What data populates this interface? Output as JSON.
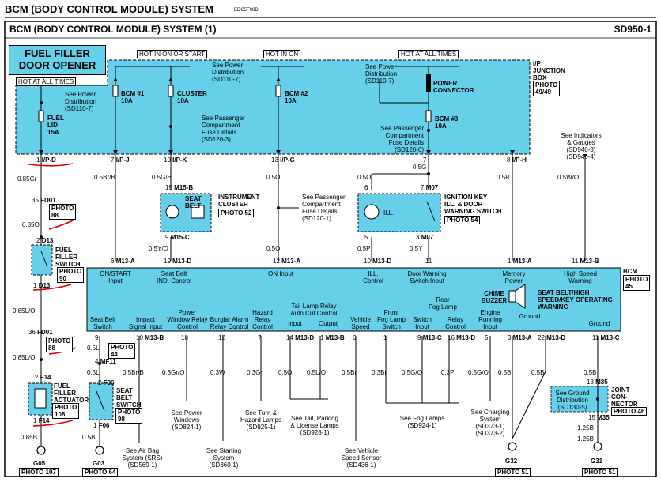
{
  "page": {
    "header_title": "BCM (BODY CONTROL MODULE) SYSTEM",
    "header_code": "EDC5F08D",
    "sheet_title": "BCM (BODY CONTROL MODULE) SYSTEM (1)",
    "sheet_id": "SD950-1",
    "function_badge": [
      "FUEL FILLER",
      "DOOR OPENER"
    ]
  },
  "colors": {
    "box_fill": "#66d0ea",
    "badge_fill": "#66d0ea",
    "red_marks": "#e00000"
  },
  "hot_labels": {
    "all_times_left": "HOT AT ALL TIMES",
    "on_or_start": "HOT IN ON OR START",
    "in_on": "HOT IN ON",
    "all_times_right": "HOT AT ALL TIMES"
  },
  "junction_box": {
    "name": [
      "I/P",
      "JUNCTION",
      "BOX"
    ],
    "photo": "PHOTO",
    "photo_no": "49/49"
  },
  "fuses": [
    {
      "name": "FUEL",
      "name2": "LID",
      "amp": "15A",
      "note": [
        "See Power",
        "Distribution",
        "(SD110-7)"
      ]
    },
    {
      "name": "BCM #1",
      "amp": "10A"
    },
    {
      "name": "CLUSTER",
      "amp": "10A",
      "note": [
        "See Power",
        "Distribution",
        "(SD110-7)"
      ],
      "note2": [
        "See Passenger",
        "Compartment",
        "Fuse Details",
        "(SD120-3)"
      ]
    },
    {
      "name": "BCM #2",
      "amp": "10A"
    },
    {
      "name": "BCM #3",
      "amp": "10A",
      "note": [
        "See Power",
        "Distribution",
        "(SD110-7)"
      ],
      "note2": [
        "See Passenger",
        "Compartment",
        "Fuse Details",
        "(SD120-6)"
      ]
    }
  ],
  "power_connector": [
    "POWER",
    "CONNECTOR"
  ],
  "ipd_pins": [
    {
      "pin": "1",
      "conn": "I/P-D"
    },
    {
      "pin": "7",
      "conn": "I/P-J"
    },
    {
      "pin": "10",
      "conn": "I/P-K"
    },
    {
      "pin": "13",
      "conn": "I/P-G"
    },
    {
      "pin": "7",
      "conn": ""
    },
    {
      "pin": "8",
      "conn": "I/P-H"
    }
  ],
  "indicators_note": [
    "See Indicators",
    "& Gauges",
    "(SD940-3)",
    "(SD940-4)"
  ],
  "wires": {
    "w1": "0.85Gr",
    "w2": "0.5Br/B",
    "w3": "0.5G/B",
    "w4": "0.5O",
    "w5": "0.5G",
    "w6": "0.5R",
    "w7": "0.5W/O",
    "w8": "0.85O",
    "w9": "0.5Y/O",
    "w10": "0.5O",
    "w11": "0.5P",
    "w12": "0.5Y",
    "w13": "0.85L/O",
    "w14": "0.85L/O",
    "w15": "0.5L",
    "w16": "0.5L",
    "w17": "0.85B",
    "w18": "0.5B",
    "w19": "0.5Br/B",
    "w20": "0.3Gr/O",
    "w21": "0.3W",
    "w22": "0.3Gr",
    "w23": "0.5O",
    "w24": "0.5L/O",
    "w25": "0.5Br",
    "w26": "0.3Br",
    "w27": "0.5G/O",
    "w28": "0.3P",
    "w29": "0.5G/O",
    "w30": "0.5B",
    "w31": "0.5B",
    "w32": "0.5B",
    "w33": "1.25B",
    "w34": "1.25B"
  },
  "fd01_top": {
    "pin": "35",
    "conn": "FD01",
    "photo": "PHOTO",
    "photo_no": "88"
  },
  "fuel_filler_switch": {
    "pin_top": "2",
    "conn": "D13",
    "name": [
      "FUEL",
      "FILLER",
      "SWITCH"
    ],
    "photo": "PHOTO",
    "photo_no": "90",
    "pin_bot": "1",
    "conn_bot": "D13"
  },
  "instrument_cluster": {
    "pin_top": "15",
    "conn_top": "M15-B",
    "belt": [
      "SEAT",
      "BELT"
    ],
    "name": [
      "INSTRUMENT",
      "CLUSTER"
    ],
    "photo": "PHOTO 52",
    "pin_bot": "9",
    "conn_bot": "M15-C"
  },
  "pass_fuse_note": [
    "See Passenger",
    "Compartment",
    "Fuse Details",
    "(SD120-1)"
  ],
  "ignition_switch": {
    "pin_a": "6",
    "pin_b": "7",
    "conn": "M07",
    "ill": "ILL.",
    "name": [
      "IGNITION KEY",
      "ILL. & DOOR",
      "WARNING SWITCH"
    ],
    "photo": "PHOTO 54",
    "pin_c": "5",
    "pin_d": "3",
    "conn_bot": "M07"
  },
  "bcm": {
    "name": "BCM",
    "photo": "PHOTO",
    "photo_no": "45",
    "top_pins": [
      {
        "pin": "6",
        "conn": "M13-A",
        "label": [
          "ON/START",
          "Input"
        ]
      },
      {
        "pin": "19",
        "conn": "M13-D",
        "label": [
          "Seat Belt",
          "IND. Control"
        ]
      },
      {
        "pin": "12",
        "conn": "M13-A",
        "label": [
          "ON Input"
        ]
      },
      {
        "pin": "10",
        "conn": "M13-D",
        "label": [
          "ILL.",
          "Control"
        ]
      },
      {
        "pin": "11",
        "conn": "",
        "label": [
          "Door Warning",
          "Switch Input"
        ]
      },
      {
        "pin": "1",
        "conn": "M13-A",
        "label": [
          "Memory",
          "Power"
        ]
      },
      {
        "pin": "11",
        "conn": "M13-B",
        "label": [
          "High Speed",
          "Warning"
        ]
      }
    ],
    "chime": [
      "CHIME",
      "BUZZER"
    ],
    "chime_label": [
      "SEAT BELT/HIGH",
      "SPEED/KEY OPERATING",
      "WARNING"
    ],
    "tail_lamp": [
      "Tail Lamp Relay",
      "Auto Cut Control"
    ],
    "rear_fog": [
      "Rear",
      "Fog Lamp"
    ],
    "ground_label": "Ground",
    "bottom_pins": [
      {
        "pin": "9",
        "conn": "",
        "label": [
          "Seat Belt",
          "Switch"
        ]
      },
      {
        "pin": "10",
        "conn": "M13-B",
        "label": [
          "Impact",
          "Signal Input"
        ]
      },
      {
        "pin": "18",
        "conn": "",
        "label": [
          "Power",
          "Window Relay",
          "Control"
        ]
      },
      {
        "pin": "12",
        "conn": "",
        "label": [
          "Burglar Alarm",
          "Relay Control"
        ]
      },
      {
        "pin": "7",
        "conn": "",
        "label": [
          "Hazard",
          "Relay",
          "Control"
        ]
      },
      {
        "pin": "14",
        "conn": "M13-D",
        "label": [
          "Input"
        ]
      },
      {
        "pin": "1",
        "conn": "M13-B",
        "label": [
          "Output"
        ]
      },
      {
        "pin": "6",
        "conn": "",
        "label": [
          "Vehicle",
          "Speed"
        ]
      },
      {
        "pin": "1",
        "conn": "",
        "label": [
          "Front",
          "Fog Lamp",
          "Switch"
        ]
      },
      {
        "pin": "9",
        "conn": "M13-C",
        "label": [
          "Switch",
          "Input"
        ]
      },
      {
        "pin": "16",
        "conn": "M13-D",
        "label": [
          "Relay",
          "Control"
        ]
      },
      {
        "pin": "5",
        "conn": "",
        "label": [
          "Engine",
          "Running",
          "Input"
        ]
      },
      {
        "pin": "3",
        "conn": "M13-A",
        "label": []
      },
      {
        "pin": "22",
        "conn": "M13-D",
        "label": []
      },
      {
        "pin": "11",
        "conn": "M13-C",
        "label": [
          "Ground"
        ]
      }
    ]
  },
  "fd01_bottom": {
    "pin": "36",
    "conn": "FD01",
    "photo": "PHOTO",
    "photo_no": "88"
  },
  "mf11": {
    "pin": "4",
    "conn": "MF11",
    "photo": "PHOTO",
    "photo_no": "44"
  },
  "fuel_actuator": {
    "pin_top": "2",
    "conn": "F14",
    "name": [
      "FUEL",
      "FILLER",
      "ACTUATOR"
    ],
    "photo": "PHOTO",
    "photo_no": "108",
    "pin_bot": "1",
    "conn_bot": "F14"
  },
  "seat_belt_switch": {
    "pin_top": "2",
    "conn": "F06",
    "name": [
      "SEAT",
      "BELT",
      "SWITCH"
    ],
    "photo": "PHOTO",
    "photo_no": "98",
    "pin_bot": "1",
    "conn_bot": "F06"
  },
  "refs": {
    "airbag": [
      "See Air Bag",
      "System (SRS)",
      "(SD569-1)"
    ],
    "power_windows": [
      "See Power",
      "Windows",
      "(SD824-1)"
    ],
    "starting": [
      "See Starting",
      "System",
      "(SD360-1)"
    ],
    "turn_hazard": [
      "See Turn &",
      "Hazard Lamps",
      "(SD925-1)"
    ],
    "tail_parking": [
      "See Tail, Parking",
      "& License Lamps",
      "(SD928-1)"
    ],
    "vehicle_speed": [
      "See Vehicle",
      "Speed Sensor",
      "(SD436-1)"
    ],
    "fog_lamps": [
      "See Fog Lamps",
      "(SD924-1)"
    ],
    "charging": [
      "See Charging",
      "System",
      "(SD373-1)",
      "(SD373-2)"
    ]
  },
  "m35": {
    "pin_top": "13",
    "pin_bot": "15",
    "conn": "M35",
    "conn_bot": "M35",
    "note": [
      "See Ground",
      "Distribution",
      "(SD130-5)"
    ],
    "name": [
      "JOINT",
      "CON-",
      "NECTOR"
    ],
    "photo": "PHOTO 46"
  },
  "grounds": [
    {
      "name": "G05",
      "photo": "PHOTO 107"
    },
    {
      "name": "G03",
      "photo": "PHOTO 64"
    },
    {
      "name": "G32",
      "photo": "PHOTO 51"
    },
    {
      "name": "G31",
      "photo": "PHOTO 51"
    }
  ]
}
